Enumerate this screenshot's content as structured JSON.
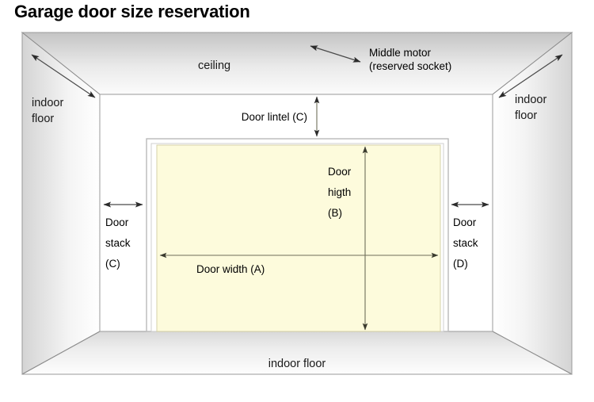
{
  "title": "Garage door size reservation",
  "labels": {
    "ceiling": "ceiling",
    "indoor_floor_left_line1": "indoor",
    "indoor_floor_left_line2": "floor",
    "indoor_floor_right_line1": "indoor",
    "indoor_floor_right_line2": "floor",
    "indoor_floor_bottom": "indoor floor",
    "middle_motor_line1": "Middle motor",
    "middle_motor_line2": "(reserved socket)",
    "door_lintel": "Door lintel (C)",
    "door_height_line1": "Door",
    "door_height_line2": "higth",
    "door_height_line3": "(B)",
    "door_width": "Door width (A)",
    "door_stack_left_line1": "Door",
    "door_stack_left_line2": "stack",
    "door_stack_left_line3": "(C)",
    "door_stack_right_line1": "Door",
    "door_stack_right_line2": "stack",
    "door_stack_right_line3": "(D)"
  },
  "icons": {
    "motor_arrow": "double-arrow-diagonal",
    "lintel_arrow": "double-arrow-vertical",
    "height_arrow": "double-arrow-vertical",
    "width_arrow": "double-arrow-horizontal",
    "stack_left_arrow": "double-arrow-horizontal",
    "stack_right_arrow": "double-arrow-horizontal",
    "floor_left_arrow": "double-arrow-diagonal",
    "floor_right_arrow": "double-arrow-diagonal"
  },
  "colors": {
    "door_panel": "#FDFBDC",
    "door_panel_border": "#d6d2a8",
    "frame_border": "#b9b9b9",
    "outline": "#7a7a7a",
    "ceiling_top": "#c6c6c6",
    "wall_light": "#ffffff",
    "floor_shade": "#dcdcdc",
    "background": "#ffffff",
    "text": "#000000"
  }
}
